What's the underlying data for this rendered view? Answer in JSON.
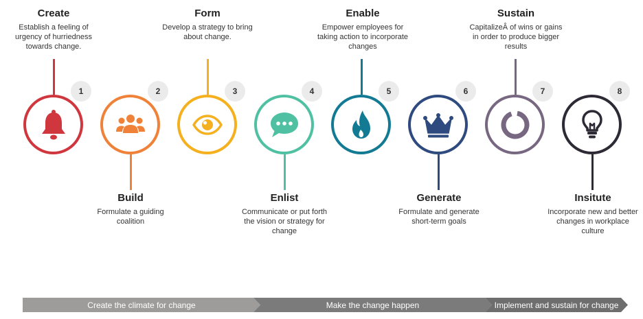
{
  "steps": [
    {
      "number": "1",
      "title": "Create",
      "description": "Establish a feeling of urgency of hurriedness towards change.",
      "color": "#d0363d",
      "icon": "bell-icon"
    },
    {
      "number": "2",
      "title": "Build",
      "description": "Formulate a guiding coalition",
      "color": "#ef8238",
      "icon": "people-icon"
    },
    {
      "number": "3",
      "title": "Form",
      "description": "Develop a strategy to bring about change.",
      "color": "#f4b01f",
      "icon": "eye-icon"
    },
    {
      "number": "4",
      "title": "Enlist",
      "description": "Communicate or put forth the vision or strategy for change",
      "color": "#4fc1a2",
      "icon": "chat-icon"
    },
    {
      "number": "5",
      "title": "Enable",
      "description": "Empower employees for taking action to incorporate changes",
      "color": "#137a94",
      "icon": "flame-icon"
    },
    {
      "number": "6",
      "title": "Generate",
      "description": "Formulate and generate short-term goals",
      "color": "#2e4a7e",
      "icon": "crown-icon"
    },
    {
      "number": "7",
      "title": "Sustain",
      "description": "CapitalizeÂ of wins or gains in order to produce bigger results",
      "color": "#776780",
      "icon": "ring-icon"
    },
    {
      "number": "8",
      "title": "Insitute",
      "description": "Incorporate new and better changes in workplace culture",
      "color": "#2d2a35",
      "icon": "lightbulb-icon"
    }
  ],
  "phases": [
    {
      "label": "Create the climate for change"
    },
    {
      "label": "Make the change happen"
    },
    {
      "label": "Implement and sustain for change"
    }
  ]
}
